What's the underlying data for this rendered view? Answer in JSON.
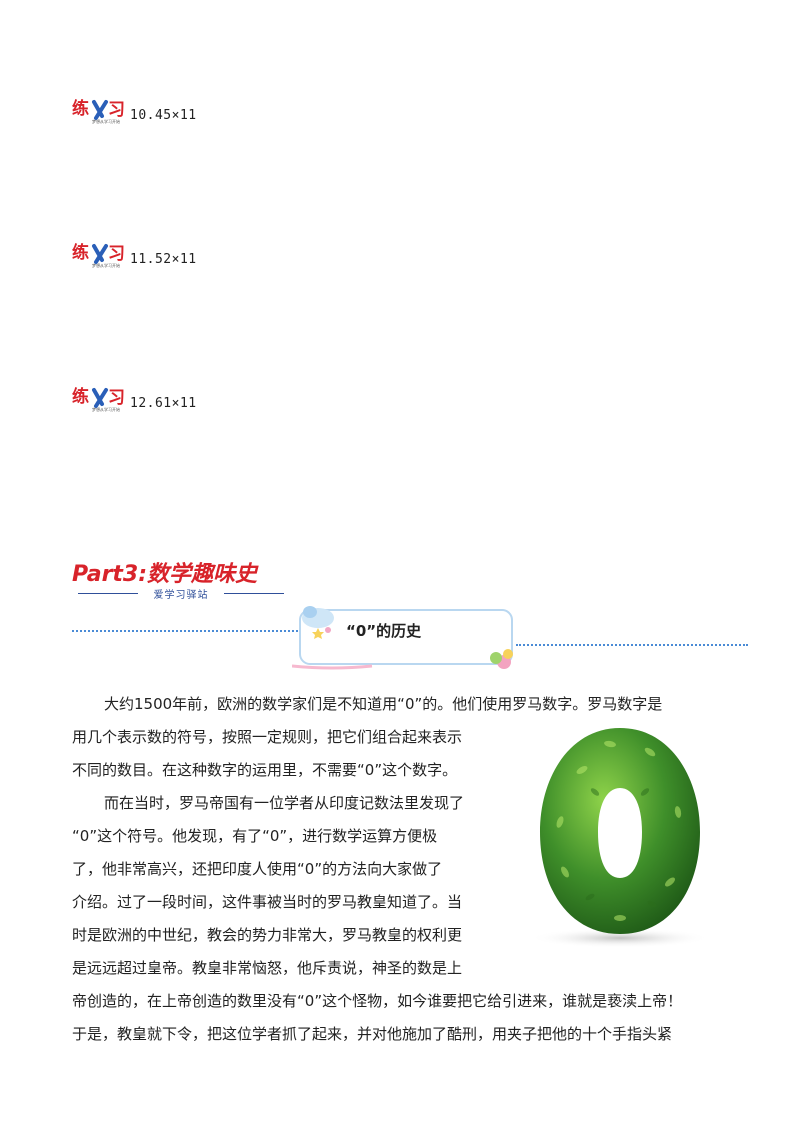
{
  "exercises": [
    {
      "logo_text": "练习",
      "logo_sub": "梦想从学习开始",
      "text": "10.45×11"
    },
    {
      "logo_text": "练习",
      "logo_sub": "梦想从学习开始",
      "text": "11.52×11"
    },
    {
      "logo_text": "练习",
      "logo_sub": "梦想从学习开始",
      "text": "12.61×11"
    }
  ],
  "part": {
    "title": "Part3:数学趣味史",
    "subtitle": "爱学习驿站"
  },
  "story": {
    "title": "“0”的历史",
    "lines": [
      "大约1500年前，欧洲的数学家们是不知道用“0”的。他们使用罗马数字。罗马数字是",
      "用几个表示数的符号，按照一定规则，把它们组合起来表示",
      "不同的数目。在这种数字的运用里，不需要“0”这个数字。",
      "而在当时，罗马帝国有一位学者从印度记数法里发现了",
      "“0”这个符号。他发现，有了“0”，进行数学运算方便极",
      "了，他非常高兴，还把印度人使用“0”的方法向大家做了",
      "介绍。过了一段时间，这件事被当时的罗马教皇知道了。当",
      "时是欧洲的中世纪，教会的势力非常大，罗马教皇的权利更",
      "是远远超过皇帝。教皇非常恼怒，他斥责说，神圣的数是上",
      "帝创造的，在上帝创造的数里没有“0”这个怪物，如今谁要把它给引进来，谁就是亵渎上帝！",
      "于是，教皇就下令，把这位学者抓了起来，并对他施加了酷刑，用夹子把他的十个手指头紧"
    ]
  },
  "colors": {
    "part_red": "#d8232a",
    "dots_blue": "#4a8bd6",
    "sub_blue": "#2f4f9a",
    "leaf_green": "#3f8f2a"
  }
}
